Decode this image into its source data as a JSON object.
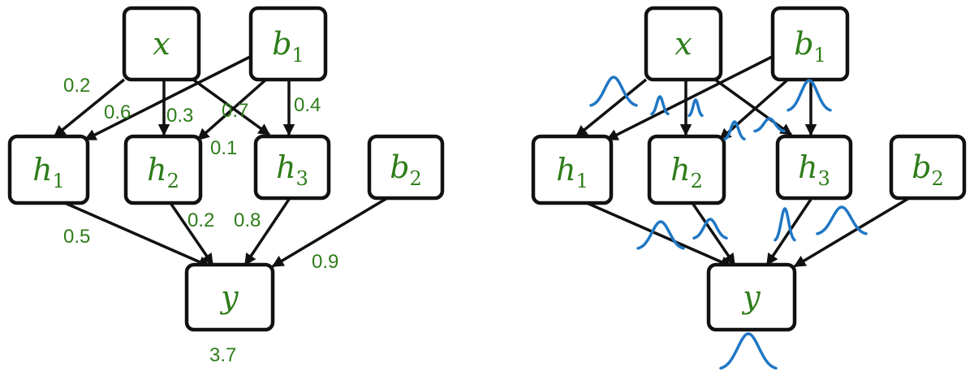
{
  "colors": {
    "label": "#2e7d1a",
    "edge": "#111111",
    "distribution": "#1f77c4"
  },
  "left": {
    "nodes": [
      {
        "id": "x",
        "base": "x",
        "sub": ""
      },
      {
        "id": "b1",
        "base": "b",
        "sub": "1"
      },
      {
        "id": "h1",
        "base": "h",
        "sub": "1"
      },
      {
        "id": "h2",
        "base": "h",
        "sub": "2"
      },
      {
        "id": "h3",
        "base": "h",
        "sub": "3"
      },
      {
        "id": "b2",
        "base": "b",
        "sub": "2"
      },
      {
        "id": "y",
        "base": "y",
        "sub": ""
      }
    ],
    "edges": [
      {
        "from": "x",
        "to": "h1",
        "weight": "0.2"
      },
      {
        "from": "x",
        "to": "h2",
        "weight": "0.3"
      },
      {
        "from": "x",
        "to": "h3",
        "weight": "0.7"
      },
      {
        "from": "b1",
        "to": "h1",
        "weight": "0.6"
      },
      {
        "from": "b1",
        "to": "h2",
        "weight": "0.1"
      },
      {
        "from": "b1",
        "to": "h3",
        "weight": "0.4"
      },
      {
        "from": "h1",
        "to": "y",
        "weight": "0.5"
      },
      {
        "from": "h2",
        "to": "y",
        "weight": "0.2"
      },
      {
        "from": "h3",
        "to": "y",
        "weight": "0.8"
      },
      {
        "from": "b2",
        "to": "y",
        "weight": "0.9"
      }
    ],
    "output_value": "3.7"
  },
  "right": {
    "nodes": [
      {
        "id": "x",
        "base": "x",
        "sub": ""
      },
      {
        "id": "b1",
        "base": "b",
        "sub": "1"
      },
      {
        "id": "h1",
        "base": "h",
        "sub": "1"
      },
      {
        "id": "h2",
        "base": "h",
        "sub": "2"
      },
      {
        "id": "h3",
        "base": "h",
        "sub": "3"
      },
      {
        "id": "b2",
        "base": "b",
        "sub": "2"
      },
      {
        "id": "y",
        "base": "y",
        "sub": ""
      }
    ],
    "edges": [
      {
        "from": "x",
        "to": "h1"
      },
      {
        "from": "x",
        "to": "h2"
      },
      {
        "from": "x",
        "to": "h3"
      },
      {
        "from": "b1",
        "to": "h1"
      },
      {
        "from": "b1",
        "to": "h2"
      },
      {
        "from": "b1",
        "to": "h3"
      },
      {
        "from": "h1",
        "to": "y"
      },
      {
        "from": "h2",
        "to": "y"
      },
      {
        "from": "h3",
        "to": "y"
      },
      {
        "from": "b2",
        "to": "y"
      }
    ],
    "weight_representation": "distribution-icon",
    "output_representation": "distribution-icon"
  }
}
